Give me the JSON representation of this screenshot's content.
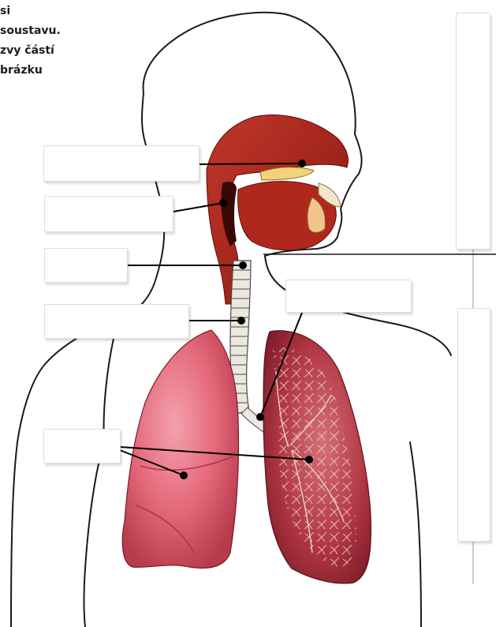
{
  "instructions": {
    "lines": [
      "si",
      "soustavu.",
      "zvy částí",
      "brázku"
    ]
  },
  "label_boxes": [
    {
      "id": "nasal-cavity",
      "text": ""
    },
    {
      "id": "nasopharynx",
      "text": ""
    },
    {
      "id": "larynx",
      "text": ""
    },
    {
      "id": "trachea",
      "text": ""
    },
    {
      "id": "bronchus",
      "text": ""
    },
    {
      "id": "lungs",
      "text": ""
    },
    {
      "id": "answer-column-top",
      "text": ""
    },
    {
      "id": "answer-column-bottom",
      "text": ""
    }
  ],
  "colors": {
    "outline": "#1a1a1a",
    "cavity": "#a8231b",
    "lung_pink": "#e4697a",
    "lung_dark": "#a82a38",
    "trachea_ring": "#ece8df",
    "leader_line": "#000000"
  }
}
